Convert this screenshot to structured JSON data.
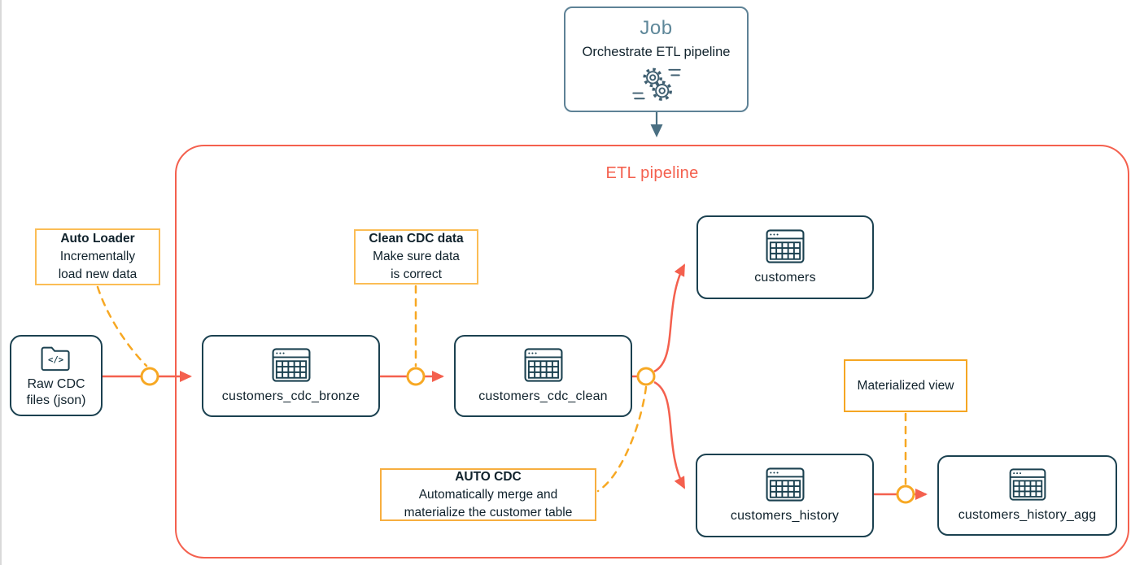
{
  "colors": {
    "pipeline_red": "#f4604e",
    "node_border_teal": "#1b4150",
    "job_steel_blue": "#5e8296",
    "event_circle_gold": "#f7a823",
    "callout_border_gold": "#fbbd55",
    "text_dark": "#10222c"
  },
  "job": {
    "title": "Job",
    "subtitle": "Orchestrate ETL pipeline",
    "icon": "gears-icon"
  },
  "pipeline": {
    "label": "ETL pipeline"
  },
  "source": {
    "label_line1": "Raw CDC",
    "label_line2": "files (json)",
    "icon": "code-folder-icon"
  },
  "nodes": [
    {
      "id": "customers_cdc_bronze",
      "label": "customers_cdc_bronze",
      "icon": "table-icon"
    },
    {
      "id": "customers_cdc_clean",
      "label": "customers_cdc_clean",
      "icon": "table-icon"
    },
    {
      "id": "customers",
      "label": "customers",
      "icon": "table-icon"
    },
    {
      "id": "customers_history",
      "label": "customers_history",
      "icon": "table-icon"
    },
    {
      "id": "customers_history_agg",
      "label": "customers_history_agg",
      "icon": "table-icon"
    }
  ],
  "annotations": [
    {
      "id": "auto-loader",
      "title": "Auto Loader",
      "body_line1": "Incrementally",
      "body_line2": "load new data"
    },
    {
      "id": "clean-cdc",
      "title": "Clean CDC data",
      "body_line1": "Make sure data",
      "body_line2": "is correct"
    },
    {
      "id": "auto-cdc",
      "title": "AUTO CDC",
      "body_line1": "Automatically merge and",
      "body_line2": "materialize the customer table"
    },
    {
      "id": "materialized-view",
      "title": "Materialized view"
    }
  ]
}
